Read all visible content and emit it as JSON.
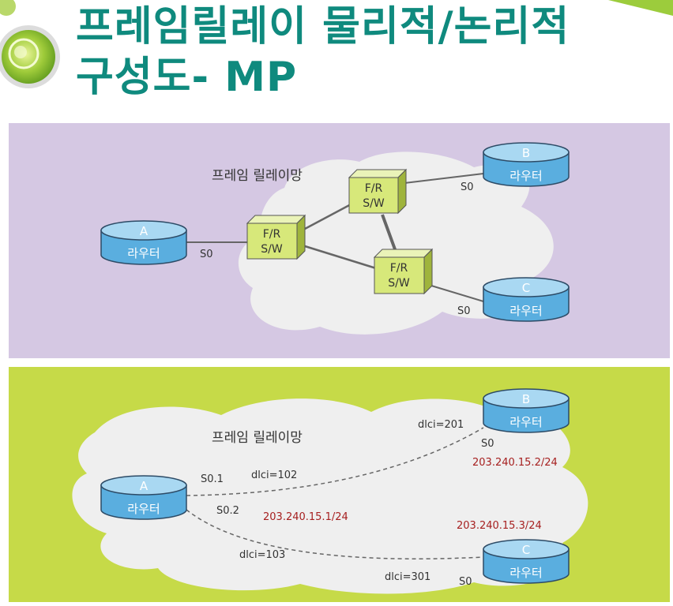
{
  "title": {
    "line1": "프레임릴레이 물리적/논리적",
    "line2": "구성도- MP"
  },
  "colors": {
    "title": "#0f8a7e",
    "physical_bg": "#d5c8e3",
    "logical_bg": "#c6da48",
    "cloud": "#efefef",
    "router_body": "#5aaedf",
    "router_top": "#a9d8f2",
    "switch": "#d7e87a",
    "ip_text": "#a61f1f"
  },
  "physical": {
    "network_label": "프레임 릴레이망",
    "routers": [
      {
        "letter": "A",
        "label": "라우터"
      },
      {
        "letter": "B",
        "label": "라우터"
      },
      {
        "letter": "C",
        "label": "라우터"
      }
    ],
    "switches": [
      {
        "line1": "F/R",
        "line2": "S/W"
      },
      {
        "line1": "F/R",
        "line2": "S/W"
      },
      {
        "line1": "F/R",
        "line2": "S/W"
      }
    ],
    "port_a": "S0",
    "port_b": "S0",
    "port_c": "S0"
  },
  "logical": {
    "network_label": "프레임 릴레이망",
    "routers": [
      {
        "letter": "A",
        "label": "라우터"
      },
      {
        "letter": "B",
        "label": "라우터"
      },
      {
        "letter": "C",
        "label": "라우터"
      }
    ],
    "s01": "S0.1",
    "s02": "S0.2",
    "dlci_102": "dlci=102",
    "dlci_103": "dlci=103",
    "dlci_201": "dlci=201",
    "dlci_301": "dlci=301",
    "port_b": "S0",
    "port_c": "S0",
    "ip_a": "203.240.15.1/24",
    "ip_b": "203.240.15.2/24",
    "ip_c": "203.240.15.3/24"
  }
}
